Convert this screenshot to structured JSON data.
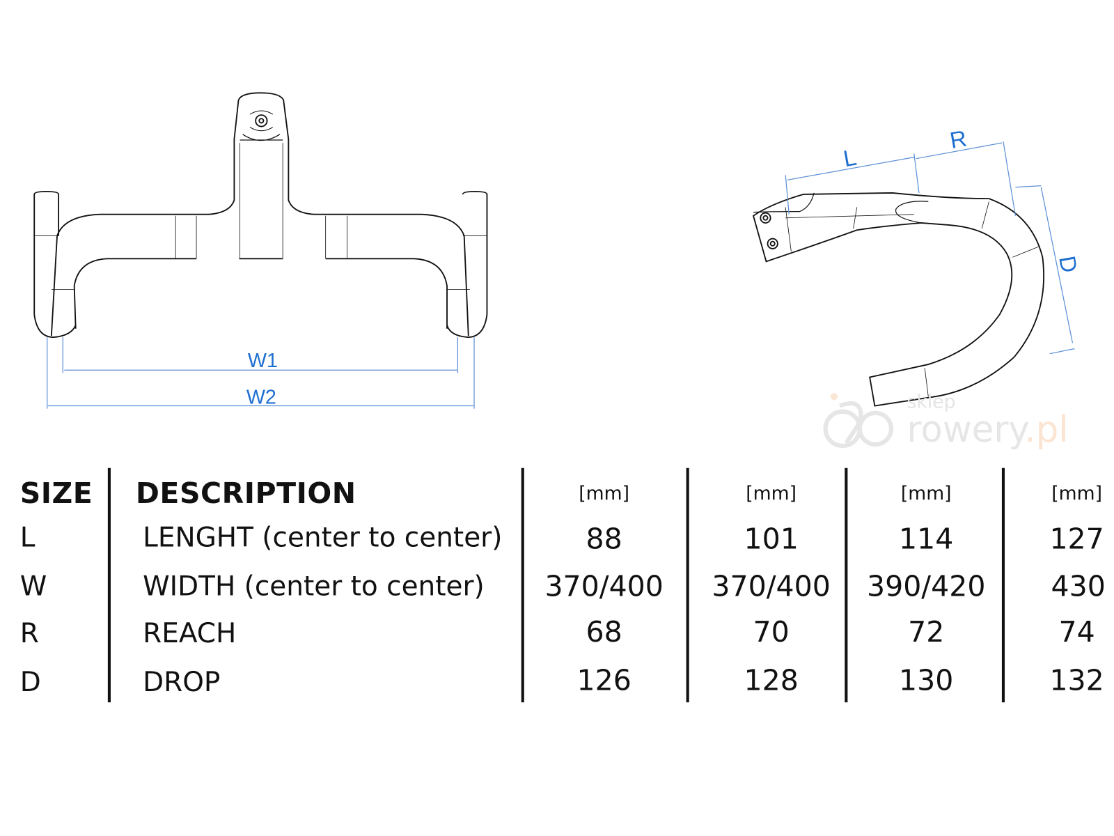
{
  "front_view": {
    "dims": {
      "w1": "W1",
      "w2": "W2"
    }
  },
  "side_view": {
    "dims": {
      "l": "L",
      "r": "R",
      "d": "D"
    }
  },
  "watermark": {
    "small": "sklep",
    "main": "rowery",
    "suffix": ".pl"
  },
  "table": {
    "headers": {
      "size": "SIZE",
      "description": "DESCRIPTION",
      "units": [
        "[mm]",
        "[mm]",
        "[mm]",
        "[mm]"
      ]
    },
    "rows": [
      {
        "label": "L",
        "description": "LENGHT (center to center)",
        "values": [
          "88",
          "101",
          "114",
          "127"
        ]
      },
      {
        "label": "W",
        "description": "WIDTH (center to center)",
        "values": [
          "370/400",
          "370/400",
          "390/420",
          "430"
        ]
      },
      {
        "label": "R",
        "description": "REACH",
        "values": [
          "68",
          "70",
          "72",
          "74"
        ]
      },
      {
        "label": "D",
        "description": "DROP",
        "values": [
          "126",
          "128",
          "130",
          "132"
        ]
      }
    ]
  }
}
